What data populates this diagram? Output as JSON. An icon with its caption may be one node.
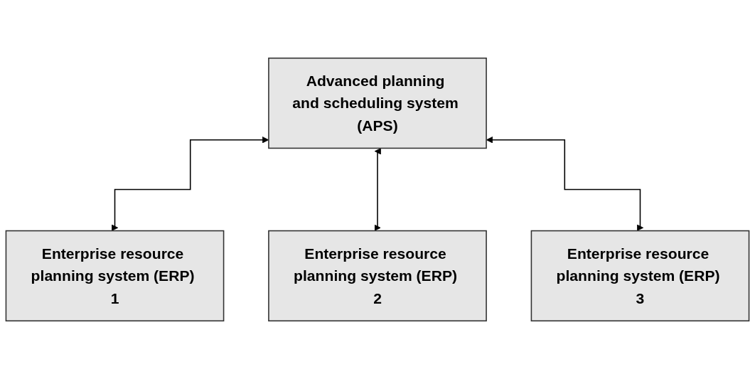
{
  "diagram": {
    "nodes": [
      {
        "text": [
          "Advanced planning and scheduling system (APS)"
        ]
      },
      {
        "text": [
          "Enterprise resource planning system (ERP) 1"
        ]
      },
      {
        "text": [
          "Enterprise resource planning system (ERP) 2"
        ]
      },
      {
        "text": [
          "Enterprise resource planning system (ERP) 3"
        ]
      }
    ],
    "edges": [
      {
        "from": 0,
        "to": 1,
        "arrow": "both"
      },
      {
        "from": 0,
        "to": 2,
        "arrow": "both"
      },
      {
        "from": 0,
        "to": 3,
        "arrow": "both"
      }
    ]
  }
}
